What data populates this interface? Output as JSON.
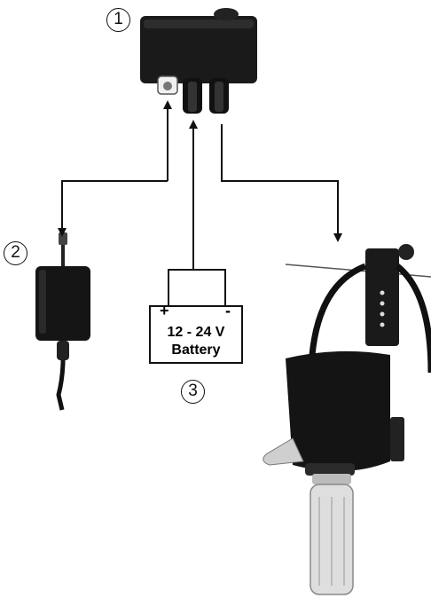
{
  "markers": {
    "controller": "1",
    "adapter": "2",
    "battery": "3"
  },
  "battery": {
    "plus": "+",
    "minus": "-",
    "voltage": "12 - 24 V",
    "label": "Battery"
  },
  "icons": [
    "controller-box-icon",
    "power-adapter-icon",
    "battery-icon",
    "pump-icon"
  ],
  "colors": {
    "ink": "#111111",
    "device": "#1a1a1a",
    "highlight": "#3a3a3a",
    "tube": "#d8d8d8"
  }
}
